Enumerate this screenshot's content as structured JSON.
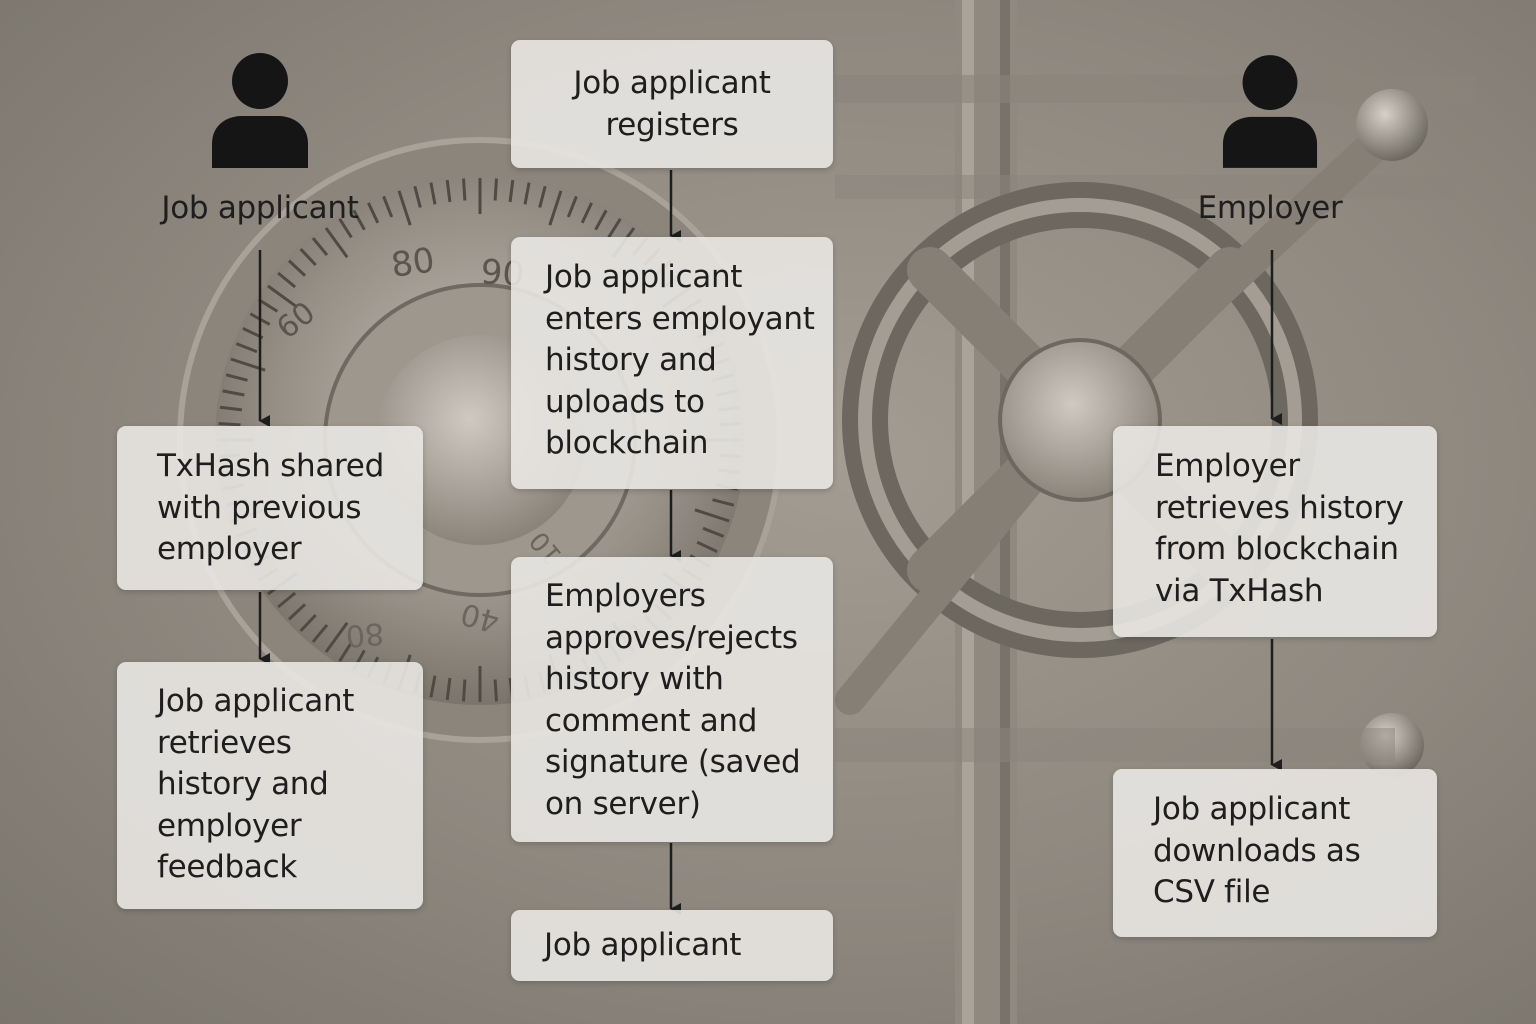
{
  "actors": {
    "left": {
      "label": "Job applicant",
      "icon": "person-icon"
    },
    "right": {
      "label": "Employer",
      "icon": "person-icon"
    }
  },
  "steps": {
    "register": "Job applicant\nregisters",
    "enter_history": "Job applicant\nenters employant\nhistory and\nuploads to\nblockchain",
    "approve": "Employers\napproves/rejects\nhistory with\ncomment and\nsignature (saved\non server)",
    "job_applicant": "Job applicant",
    "txhash_shared": "TxHash shared\nwith previous\nemployer",
    "retrieve_feedback": "Job applicant\nretrieves\nhistory and\nemployer\nfeedback",
    "employer_retrieves": "Employer\nretrieves history\nfrom blockchain\nvia TxHash",
    "download_csv": "Job applicant\ndownloads as\nCSV file"
  },
  "background": {
    "dial_numbers": [
      "80",
      "90",
      "60",
      "80",
      "40",
      "10"
    ]
  },
  "colors": {
    "box_fill": "#e9e7e3",
    "text": "#1e1e1e",
    "arrow": "#1e1e1e",
    "background": "#8e887f"
  }
}
